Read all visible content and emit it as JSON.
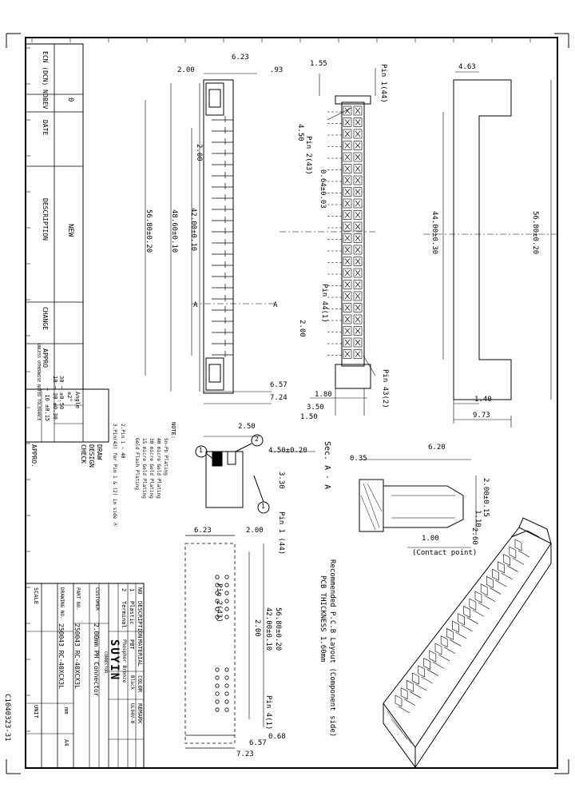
{
  "document_id": "C1040323-31",
  "revision_table": {
    "headers": [
      "ECN (DCN) NO.",
      "REV",
      "DATE",
      "DESCRIPTION",
      "CHANGE",
      "APPRO"
    ],
    "row": {
      "rev": "0",
      "description": "NEW"
    }
  },
  "tolerance": {
    "heading": "Angle",
    "rows": [
      "±2°",
      "30 ~ ±0.50",
      "10 ~ 30 ±0.30",
      "~ 10 ±0.15"
    ],
    "note": "UNLESS OTHERWISE NOTED TOLERANCE"
  },
  "signoff": {
    "labels": [
      "DRAW",
      "DESIGN",
      "CHECK",
      "APPRO."
    ]
  },
  "notes": {
    "title": "NOTE:",
    "items": [
      "Sn-Pb Plating",
      "40 micro Gold Plating",
      "30 micro Gold Plating",
      "15 micro Gold Plating",
      "Gold Flash Plating"
    ],
    "extra": [
      "2.Pin 1 ~ 40",
      "3.Pin(43) for Pin 1 & (2) in side Ⓐ"
    ]
  },
  "bom": {
    "headers": [
      "NO",
      "DESCRIPTION",
      "MATERIAL",
      "COLOR",
      "REMARK"
    ],
    "rows": [
      {
        "no": "1",
        "description": "Plastic",
        "material": "PBT",
        "color": "Black",
        "remark": "UL94V-0"
      },
      {
        "no": "2",
        "description": "Terminal",
        "material": "Phosphor Bronze",
        "color": "",
        "remark": ""
      }
    ]
  },
  "title_block": {
    "brand": "SUYIN",
    "brand_sub": "CONNECTOR",
    "customer_label": "CUSTOMER",
    "customer": "2.00mm PH Connector",
    "part_no_label": "PART NO.",
    "part_no": "250043 RC-40XCX3L",
    "drawing_no_label": "DRAWING NO.",
    "drawing_no": "250043 RC-40XCX3L",
    "scale_label": "SCALE",
    "unit_label": "UNIT",
    "unit": "mm",
    "size": "A4"
  },
  "dimensions": {
    "top_view": [
      "6.23",
      "2.00",
      ".93",
      "2.00",
      "42.00±0.10",
      "48.60±0.10",
      "56.80±0.20",
      "6.57",
      "7.24",
      "A",
      "A"
    ],
    "pin_view": [
      "1.55",
      "Pin 1(44)",
      "Pin 2(43)",
      "4.50",
      "0.64±0.03",
      "Pin 44(1)",
      "Pin 43(2)",
      "3.50",
      "1.50",
      "1.80",
      "2.00"
    ],
    "side_view": [
      "4.63",
      "44.00±0.30",
      "56.80±0.20",
      "1.40",
      "9.73"
    ],
    "section": [
      "Sec. A - A",
      "0.35",
      "6.20",
      "2.00±0.15",
      "1.10",
      "2.60",
      "1.00",
      "(Contact point)"
    ],
    "detail": [
      "2.50",
      "4.50±0.20",
      "3.30",
      "Pin 1 (44)"
    ],
    "pcb": [
      "6.23",
      "2.00",
      "Pin 2(43)",
      "56.80±0.20",
      "42.00±0.10",
      "2.00",
      "Pin 4(1)",
      "0.68",
      "6.57",
      "7.23"
    ]
  },
  "pcb_layout": {
    "title": "Recommended P.C.B Layout (Component side)",
    "thickness": "PCB THICKNESS 1.60mm"
  },
  "circled_labels": [
    "1",
    "2",
    "1"
  ]
}
